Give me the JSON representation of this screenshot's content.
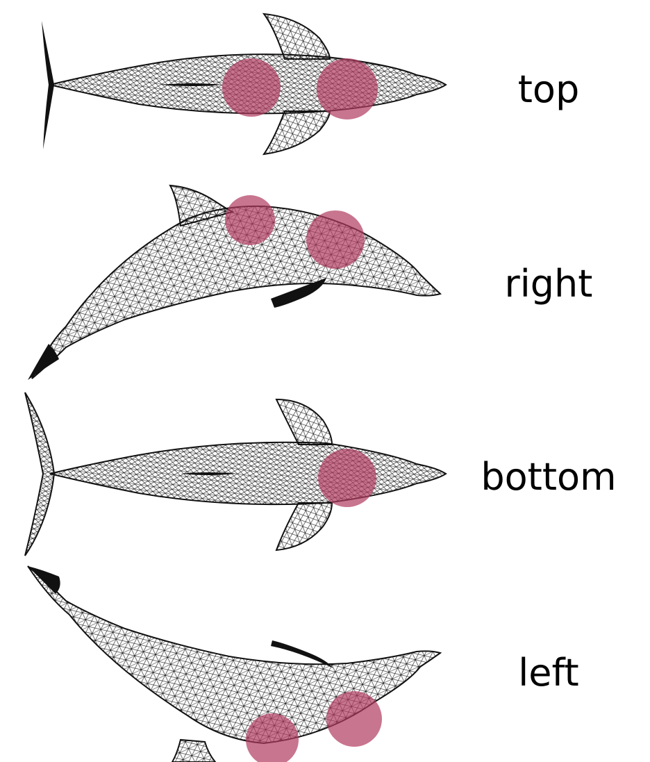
{
  "views": [
    {
      "key": "top",
      "label": "top",
      "highlight_count": 2
    },
    {
      "key": "right",
      "label": "right",
      "highlight_count": 2
    },
    {
      "key": "bottom",
      "label": "bottom",
      "highlight_count": 1
    },
    {
      "key": "left",
      "label": "left",
      "highlight_count": 2
    }
  ],
  "colors": {
    "mesh": "#111111",
    "highlight": "#b03a60",
    "background": "#ffffff"
  }
}
